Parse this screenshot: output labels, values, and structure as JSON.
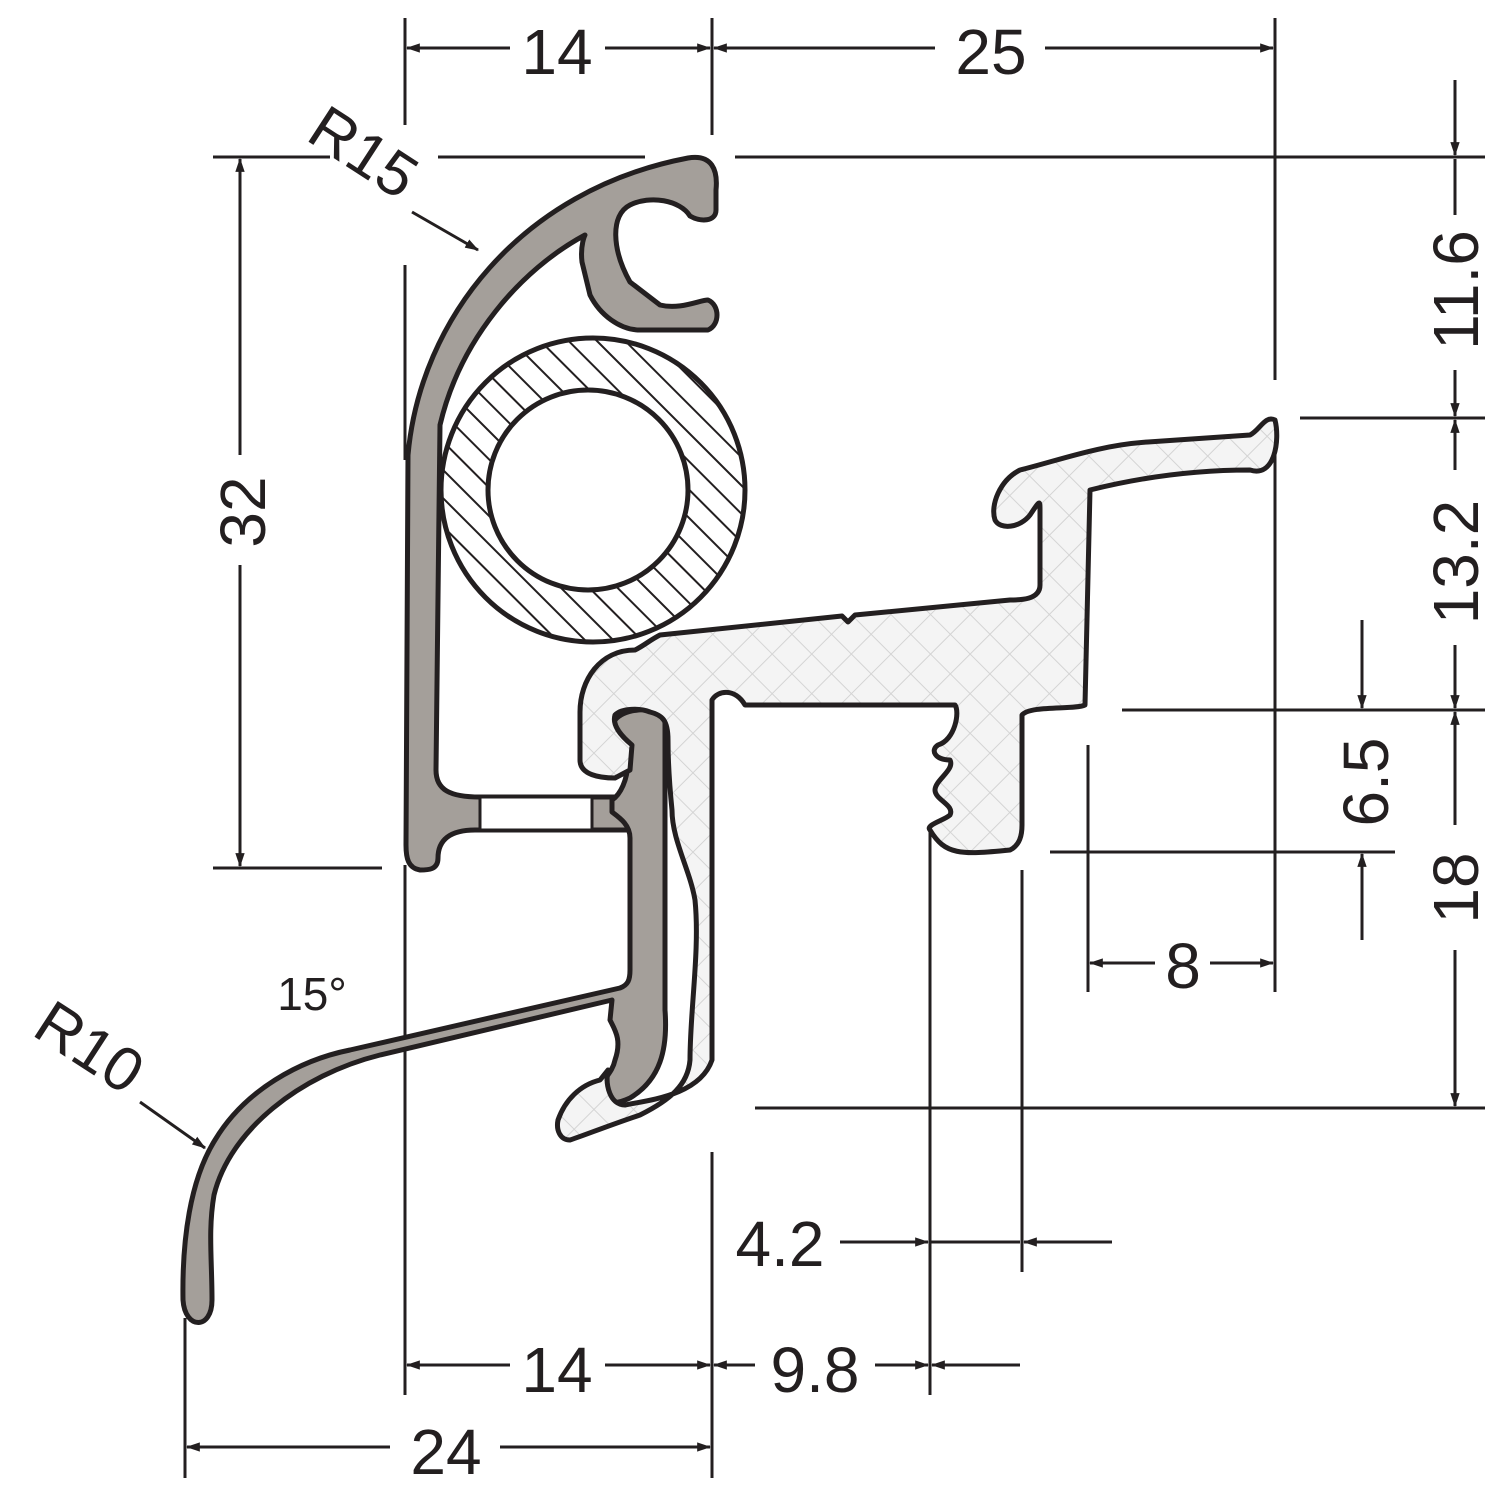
{
  "dimensions": {
    "top_left_width": "14",
    "top_right_width": "25",
    "left_height": "32",
    "radius_top": "R15",
    "radius_bottom": "R10",
    "angle": "15°",
    "right_11_6": "11.6",
    "right_13_2": "13.2",
    "right_18": "18",
    "inner_6_5": "6.5",
    "inner_8": "8",
    "tooth_4_2": "4.2",
    "bottom_14": "14",
    "bottom_9_8": "9.8",
    "bottom_24": "24"
  },
  "colors": {
    "profile_fill": "#a49f9a",
    "seal_fill": "#f2f2f2",
    "line": "#231f20"
  }
}
